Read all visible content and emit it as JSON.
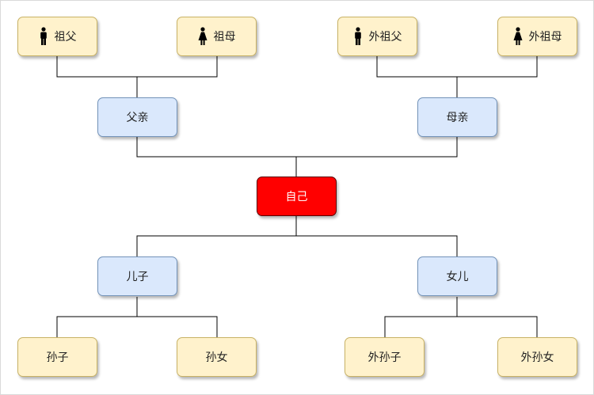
{
  "nodes": {
    "grandfather": {
      "label": "祖父",
      "icon": "male-person-icon"
    },
    "grandmother": {
      "label": "祖母",
      "icon": "female-person-icon"
    },
    "maternal_grandfather": {
      "label": "外祖父",
      "icon": "male-person-icon"
    },
    "maternal_grandmother": {
      "label": "外祖母",
      "icon": "female-person-icon"
    },
    "father": {
      "label": "父亲"
    },
    "mother": {
      "label": "母亲"
    },
    "self": {
      "label": "自己"
    },
    "son": {
      "label": "儿子"
    },
    "daughter": {
      "label": "女儿"
    },
    "grandson": {
      "label": "孙子"
    },
    "granddaughter": {
      "label": "孙女"
    },
    "daughters_son": {
      "label": "外孙子"
    },
    "daughters_daughter": {
      "label": "外孙女"
    }
  },
  "colors": {
    "elder_fill": "#fff2cc",
    "parent_fill": "#dae8fc",
    "self_fill": "#ff0000",
    "connector": "#000000"
  }
}
